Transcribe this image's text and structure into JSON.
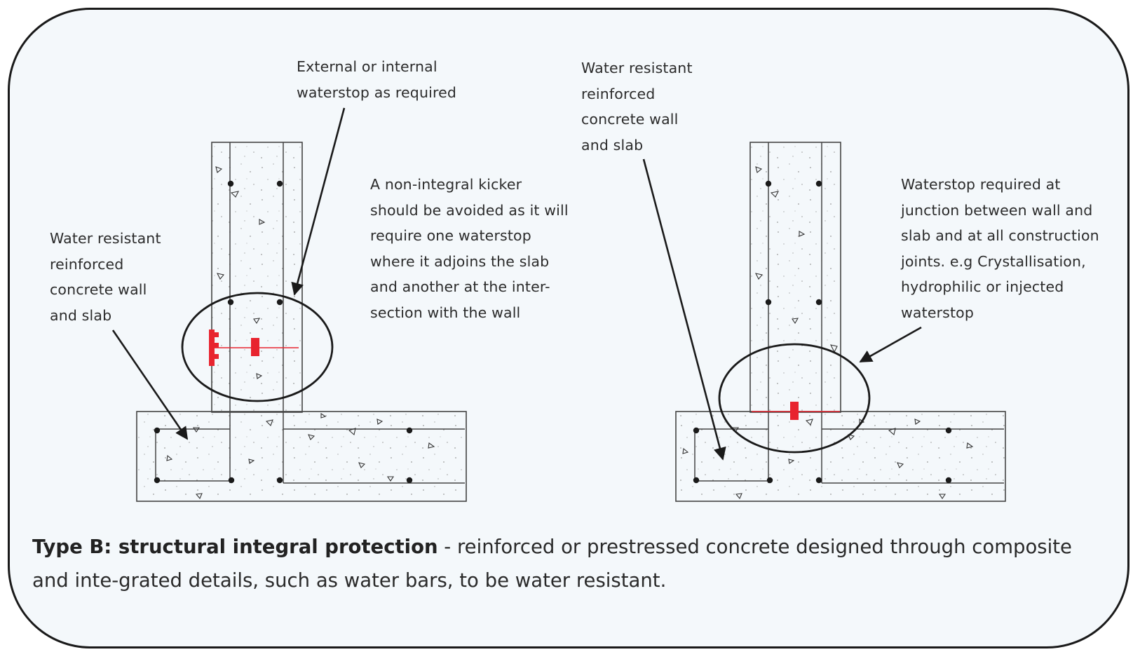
{
  "colors": {
    "panel_bg": "#f4f8fb",
    "outline": "#1a1a1a",
    "concrete_line": "#444444",
    "waterstop": "#e8242f"
  },
  "left_detail": {
    "label_waterstop": "External or internal\nwaterstop as required",
    "label_wall": "Water resistant\nreinforced\nconcrete wall\nand slab",
    "label_kicker": "A non-integral kicker\nshould be avoided as it will\nrequire one waterstop\nwhere it adjoins the slab\nand another at the inter-\nsection with the wall"
  },
  "right_detail": {
    "label_wall": "Water resistant\nreinforced\nconcrete wall\nand slab",
    "label_junction": "Waterstop required at\njunction between wall and\nslab and at all construction\njoints. e.g Crystallisation,\nhydrophilic or injected\nwaterstop"
  },
  "caption": {
    "bold": "Type B: structural integral protection",
    "text": " - reinforced or prestressed concrete designed through composite and inte-grated details, such as water bars, to be water resistant."
  }
}
